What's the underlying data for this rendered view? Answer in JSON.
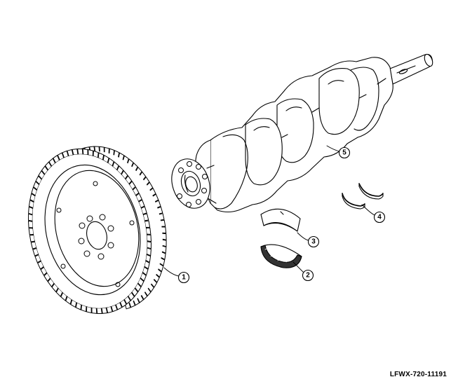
{
  "figure_code": "LFWX-720-11191",
  "callouts": [
    "1",
    "2",
    "3",
    "4",
    "5"
  ],
  "colors": {
    "line": "#000000",
    "fill": "#ffffff",
    "bearing_dark": "#333333"
  }
}
